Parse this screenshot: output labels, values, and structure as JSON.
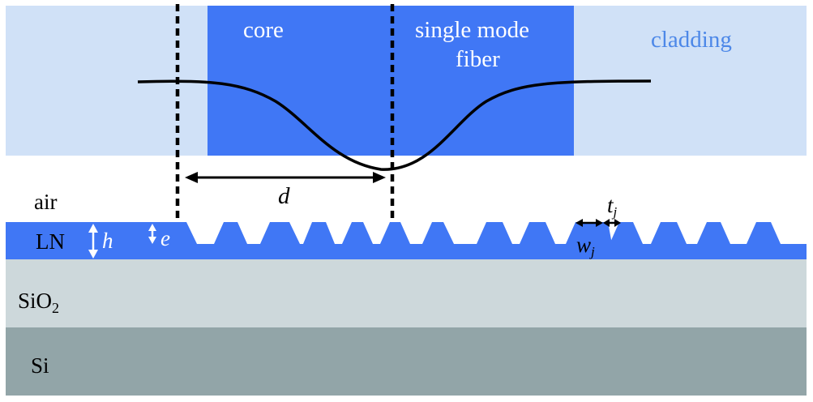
{
  "labels": {
    "core": "core",
    "fiber_line1": "single mode",
    "fiber_line2": "fiber",
    "cladding": "cladding",
    "air": "air",
    "ln": "LN",
    "sio2": "SiO",
    "sio2_sub": "2",
    "si": "Si",
    "h": "h",
    "e": "e",
    "d": "d",
    "w": "w",
    "w_sub": "j",
    "t": "t",
    "t_sub": "j"
  },
  "colors": {
    "cladding": "#d0e1f7",
    "core": "#4077f5",
    "ln": "#4077f5",
    "sio2": "#cdd8db",
    "si": "#92a5a8",
    "cladding_text": "#4d88e8"
  }
}
